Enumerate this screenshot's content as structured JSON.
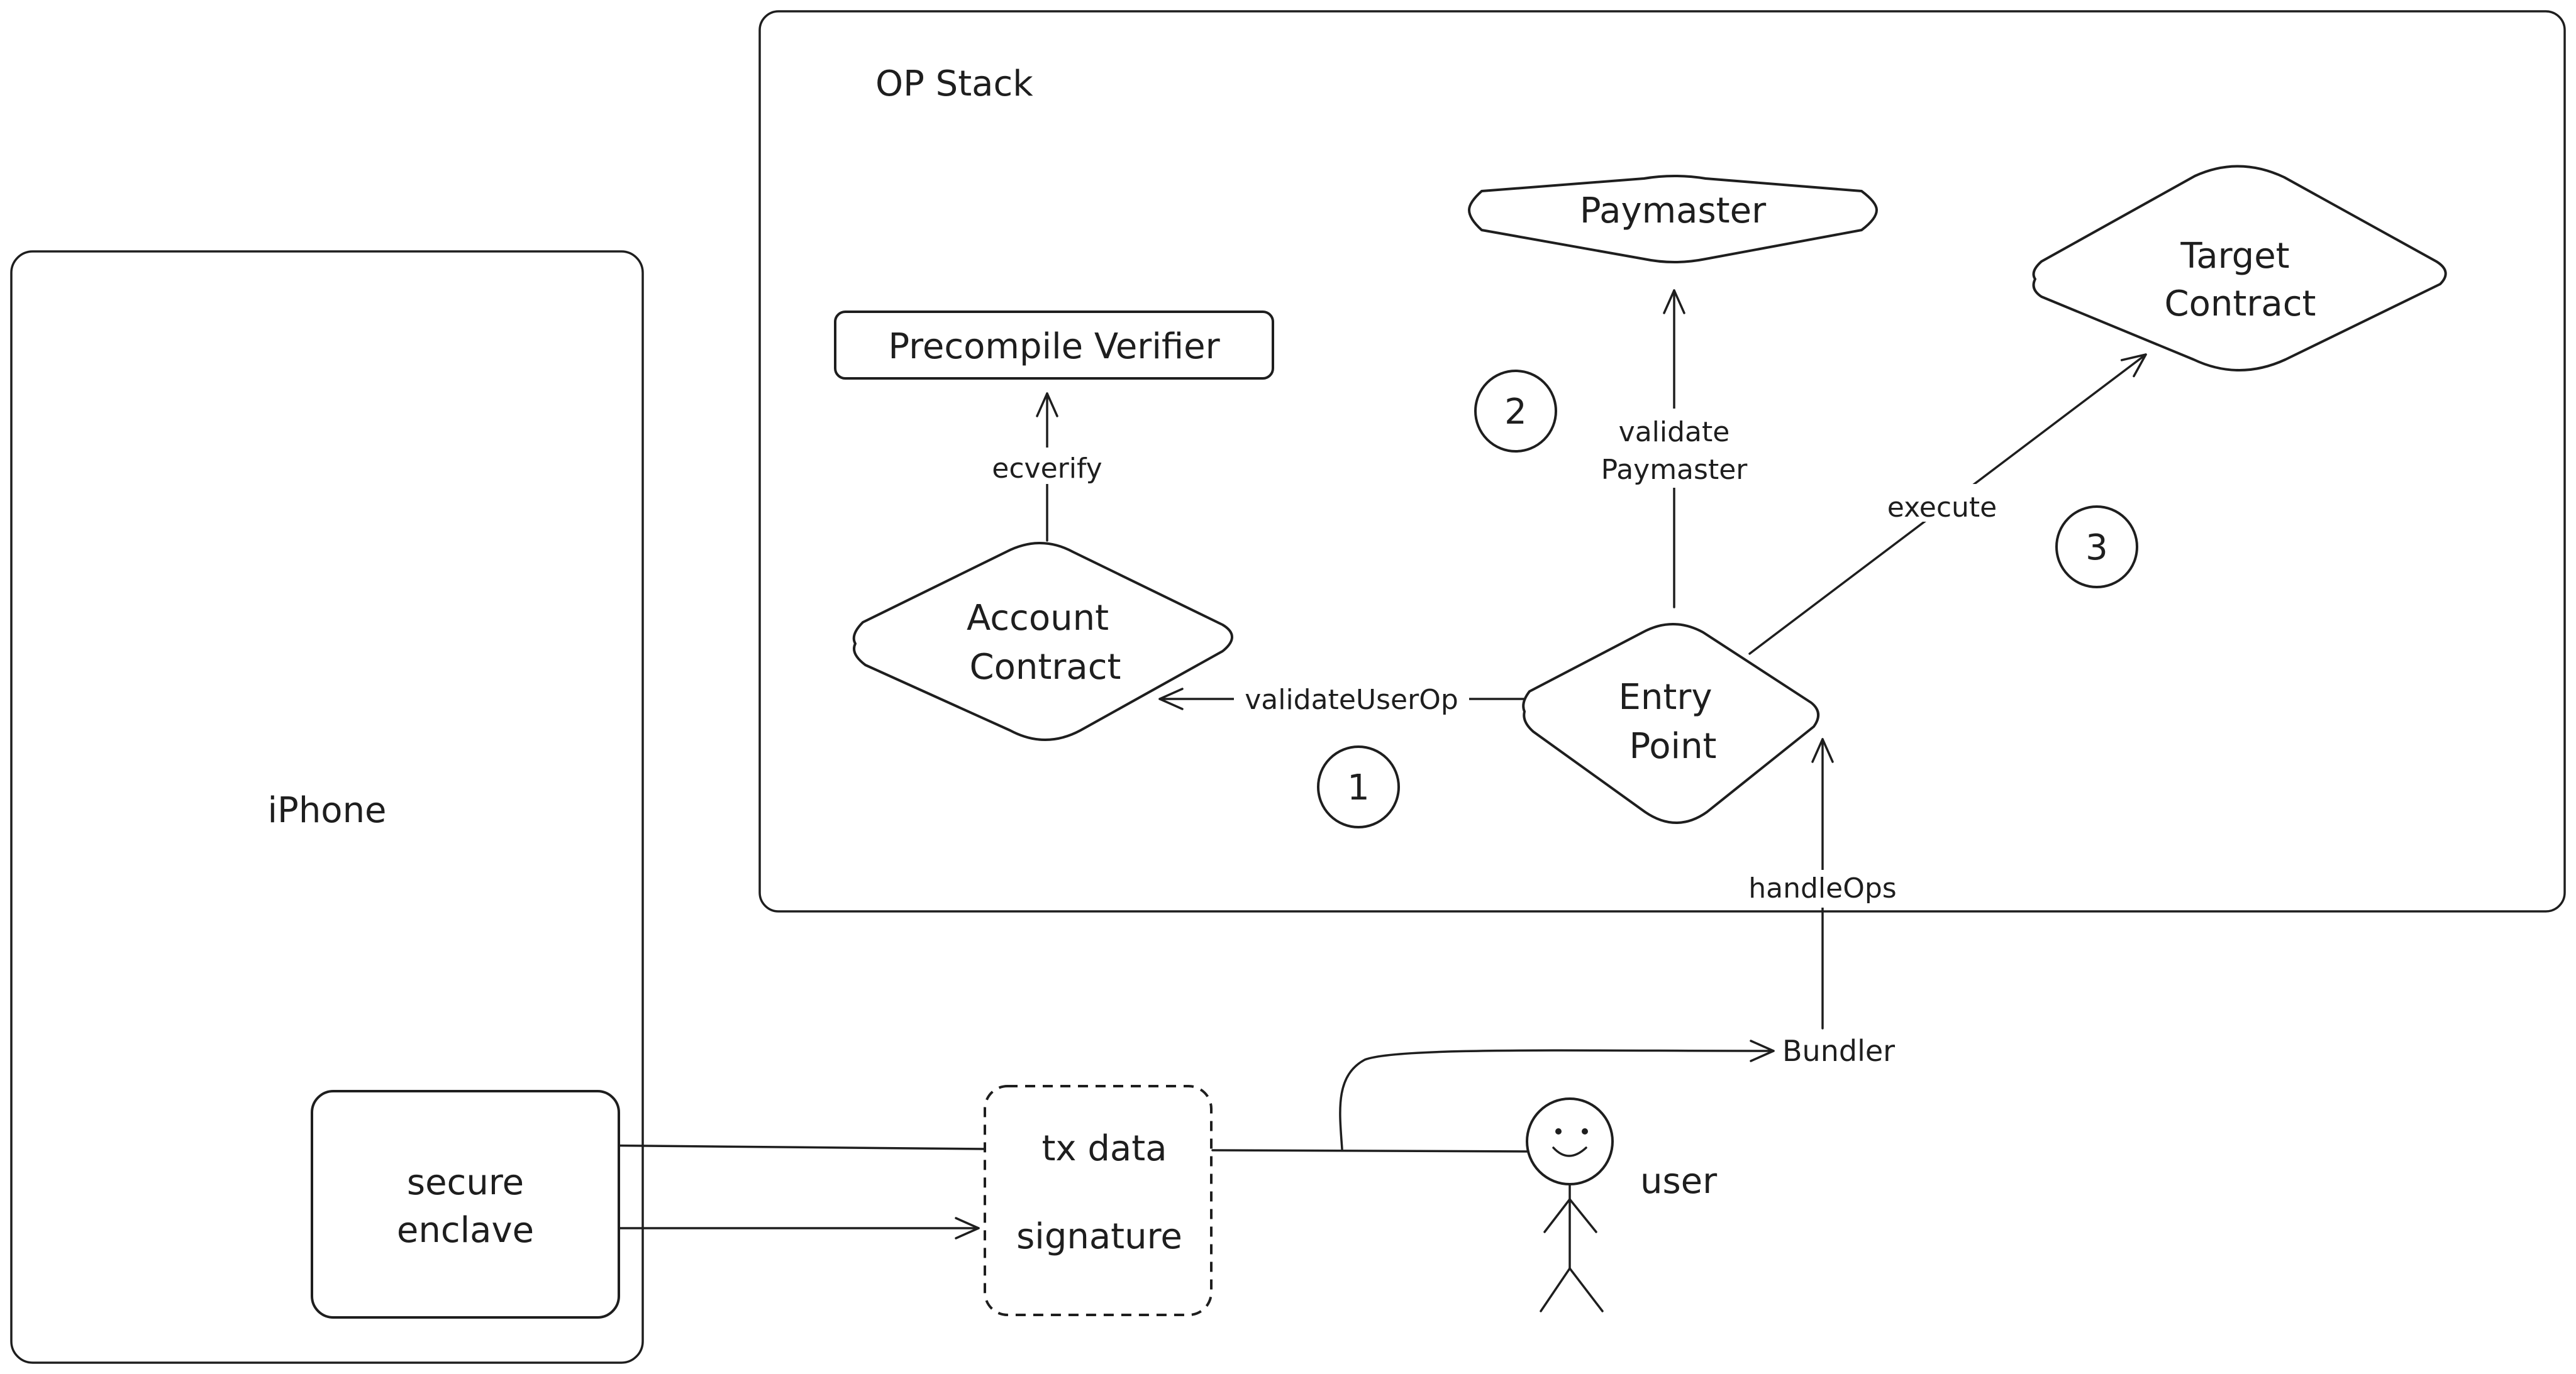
{
  "frames": {
    "op_stack": "OP Stack",
    "iphone": "iPhone"
  },
  "nodes": {
    "precompile_verifier": "Precompile Verifier",
    "paymaster": "Paymaster",
    "target_contract": [
      "Target",
      "Contract"
    ],
    "account_contract": [
      "Account",
      "Contract"
    ],
    "entry_point": [
      "Entry",
      "Point"
    ],
    "secure_enclave": [
      "secure",
      "enclave"
    ],
    "tx_box": [
      "tx data",
      "signature"
    ],
    "bundler": "Bundler",
    "user": "user"
  },
  "edges": {
    "ecverify": "ecverify",
    "validate_paymaster": [
      "validate",
      "Paymaster"
    ],
    "execute": "execute",
    "validate_user_op": "validateUserOp",
    "handle_ops": "handleOps"
  },
  "steps": [
    "1",
    "2",
    "3"
  ],
  "colors": {
    "stroke": "#1e1e1e",
    "background": "#ffffff"
  }
}
